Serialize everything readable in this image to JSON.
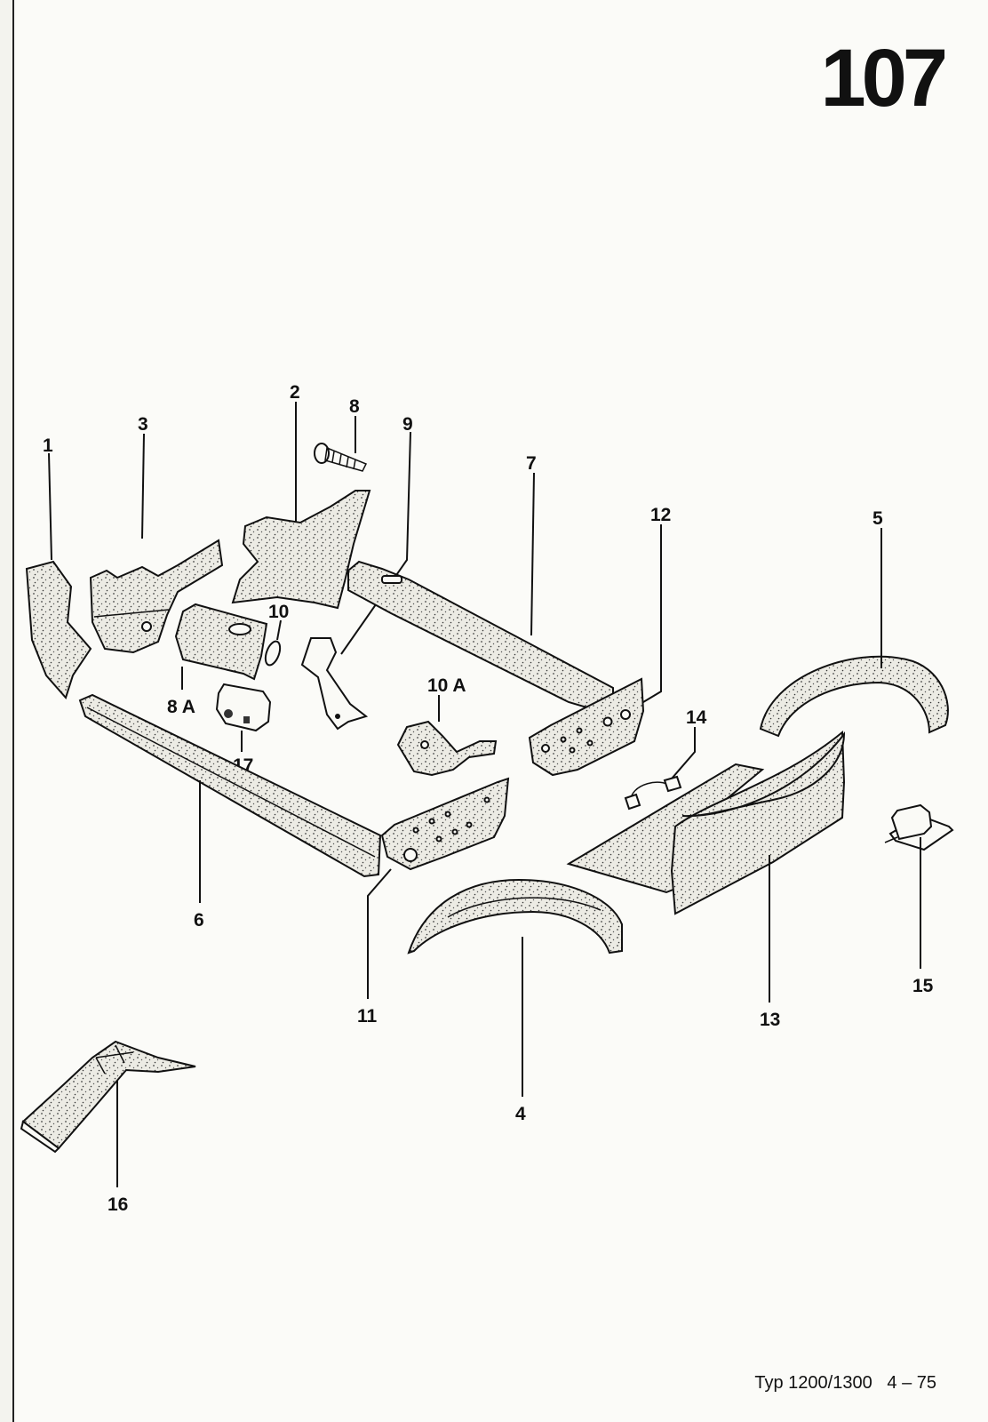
{
  "page": {
    "number": "107",
    "footer": "Typ 1200/1300   4 – 75"
  },
  "callouts": {
    "c1": "1",
    "c2": "2",
    "c3": "3",
    "c4": "4",
    "c5": "5",
    "c6": "6",
    "c7": "7",
    "c8": "8",
    "c8a": "8 A",
    "c9": "9",
    "c10": "10",
    "c10a": "10 A",
    "c11": "11",
    "c12": "12",
    "c13": "13",
    "c14": "14",
    "c15": "15",
    "c16": "16",
    "c17": "17"
  }
}
